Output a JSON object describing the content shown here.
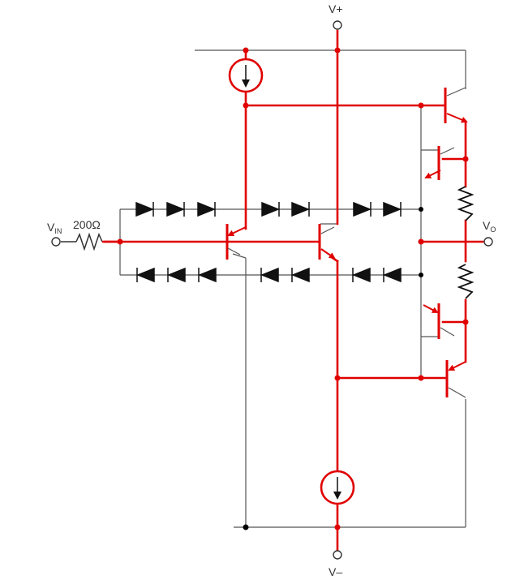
{
  "labels": {
    "v_plus": "V+",
    "v_minus": "V–",
    "v_in_main": "V",
    "v_in_sub": "IN",
    "v_out_main": "V",
    "v_out_sub": "O",
    "resistor_value": "200Ω"
  },
  "colors": {
    "highlight": "#e00000",
    "wire": "#555555",
    "dot_black": "#000000"
  }
}
